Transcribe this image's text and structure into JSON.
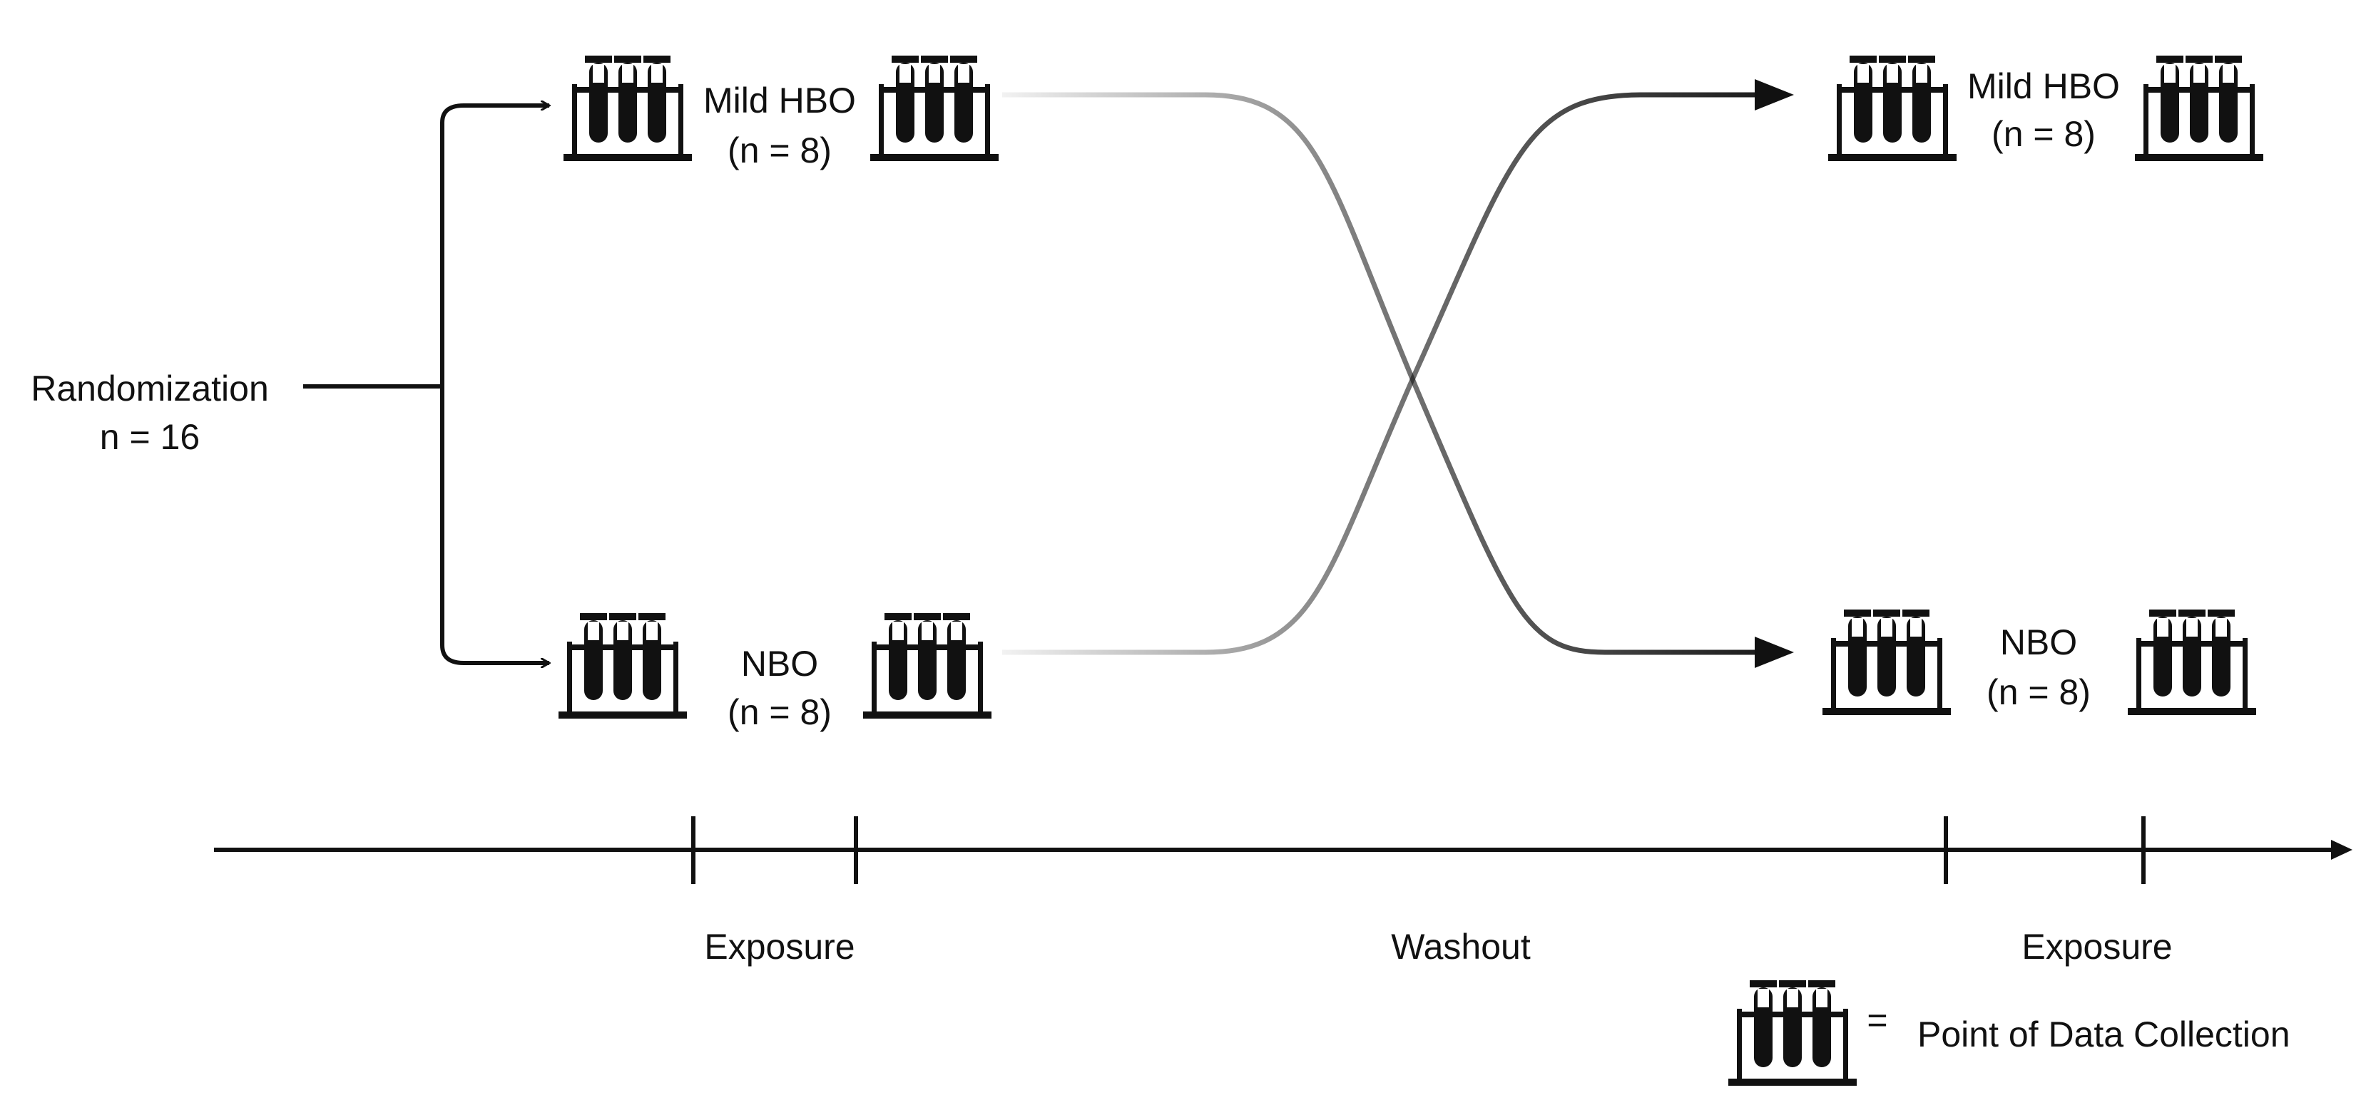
{
  "randomization": {
    "label": "Randomization",
    "count": "n = 16"
  },
  "period1": {
    "top": {
      "label": "Mild HBO",
      "count": "(n = 8)"
    },
    "bottom": {
      "label": "NBO",
      "count": "(n = 8)"
    }
  },
  "period2": {
    "top": {
      "label": "Mild HBO",
      "count": "(n = 8)"
    },
    "bottom": {
      "label": "NBO",
      "count": "(n = 8)"
    }
  },
  "timeline": {
    "phases": [
      "Exposure",
      "Washout",
      "Exposure"
    ]
  },
  "legend": {
    "equals": "=",
    "label": "Point of Data Collection",
    "icon": "test-tube-rack-icon"
  },
  "colors": {
    "ink": "#111111",
    "background": "#ffffff"
  }
}
